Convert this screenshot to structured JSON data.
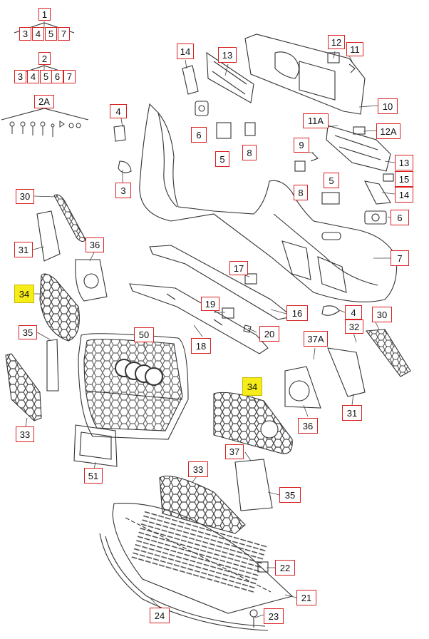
{
  "colors": {
    "callout_border": "#d92020",
    "highlight": "#f5ec1a",
    "line": "#333333"
  },
  "callouts": {
    "c1": "1",
    "c1_3": "3",
    "c1_4": "4",
    "c1_5": "5",
    "c1_7": "7",
    "c2": "2",
    "c2_3": "3",
    "c2_4": "4",
    "c2_5": "5",
    "c2_6": "6",
    "c2_7": "7",
    "c2A": "2A",
    "c4a": "4",
    "c3": "3",
    "c14a": "14",
    "c6a": "6",
    "c13a": "13",
    "c5a": "5",
    "c8a": "8",
    "c12": "12",
    "c11": "11",
    "c10": "10",
    "c11A": "11A",
    "c12A": "12A",
    "c9": "9",
    "c8b": "8",
    "c5b": "5",
    "c13b": "13",
    "c15": "15",
    "c14b": "14",
    "c6b": "6",
    "c7": "7",
    "c30a": "30",
    "c31a": "31",
    "c36a": "36",
    "c34a": "34",
    "c35a": "35",
    "c33a": "33",
    "c17": "17",
    "c19": "19",
    "c16": "16",
    "c20": "20",
    "c18": "18",
    "c50": "50",
    "c4b": "4",
    "c30b": "30",
    "c37A": "37A",
    "c32": "32",
    "c34b": "34",
    "c36b": "36",
    "c31b": "31",
    "c51": "51",
    "c33b": "33",
    "c37": "37",
    "c35b": "35",
    "c22": "22",
    "c21": "21",
    "c23": "23",
    "c24": "24"
  }
}
